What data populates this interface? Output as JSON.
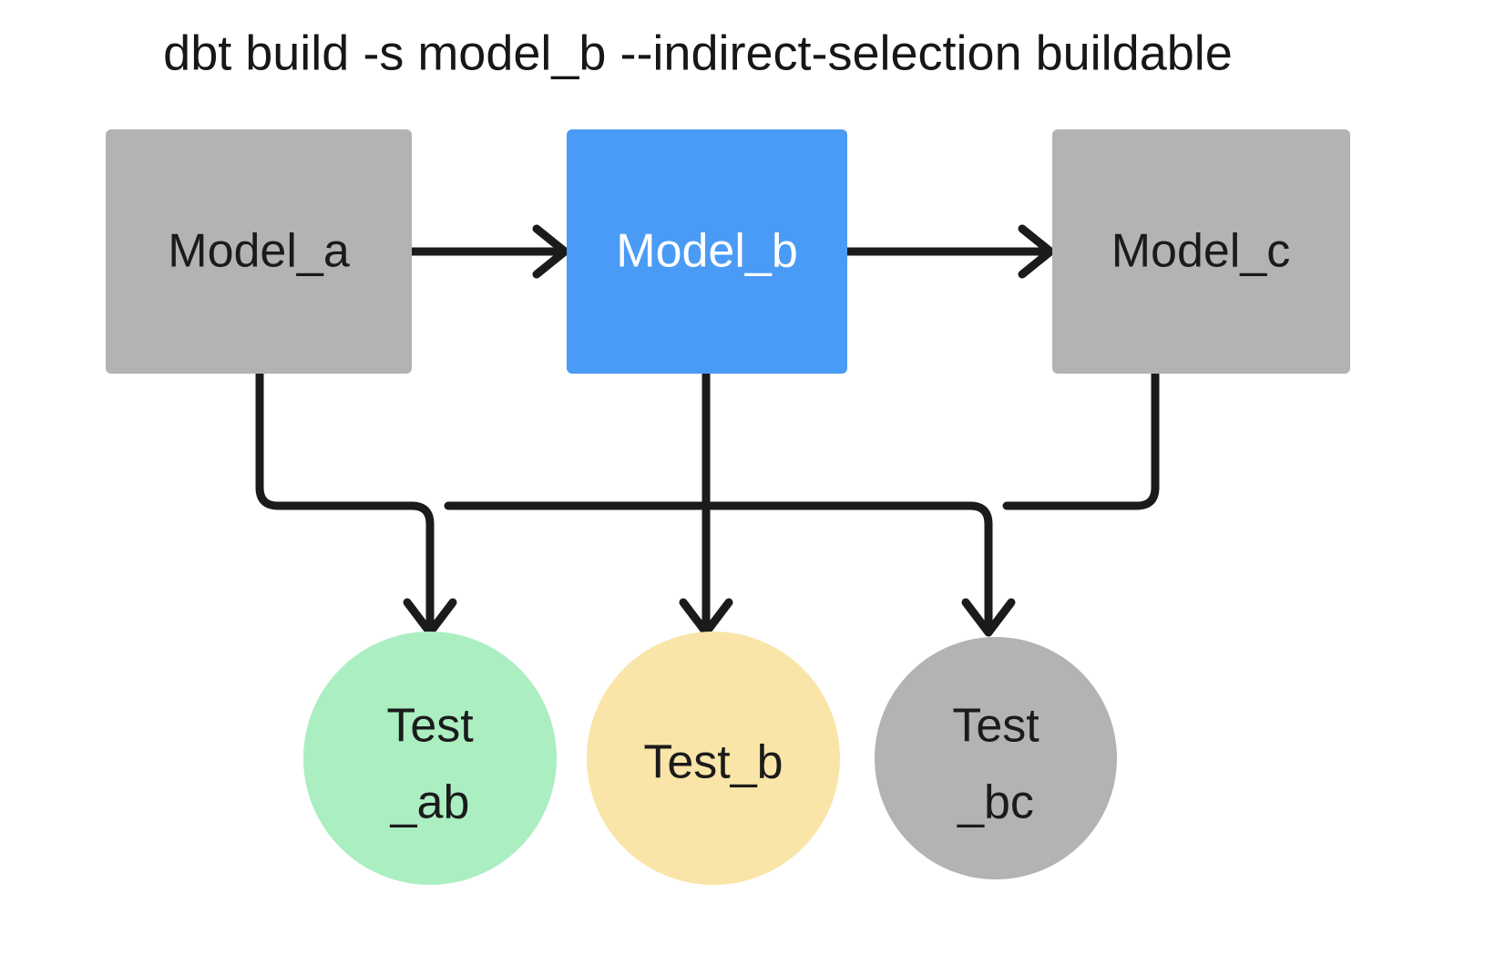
{
  "title": "dbt build -s model_b --indirect-selection buildable",
  "colors": {
    "background": "#ffffff",
    "gray_node": "#b3b3b3",
    "blue_node": "#4a9bf5",
    "green_node": "#abeec2",
    "yellow_node": "#f9e5a8",
    "edge": "#1b1b1b",
    "text_dark": "#1b1b1b",
    "text_light": "#ffffff"
  },
  "nodes": {
    "model_a": {
      "label": "Model_a",
      "shape": "rectangle",
      "color": "#b3b3b3",
      "state": "unselected"
    },
    "model_b": {
      "label": "Model_b",
      "shape": "rectangle",
      "color": "#4a9bf5",
      "state": "selected"
    },
    "model_c": {
      "label": "Model_c",
      "shape": "rectangle",
      "color": "#b3b3b3",
      "state": "unselected"
    },
    "test_ab": {
      "label_line1": "Test",
      "label_line2": "_ab",
      "shape": "circle",
      "color": "#abeec2",
      "state": "included"
    },
    "test_b": {
      "label_line1": "Test_b",
      "label_line2": "",
      "shape": "circle",
      "color": "#f9e5a8",
      "state": "partial"
    },
    "test_bc": {
      "label_line1": "Test",
      "label_line2": "_bc",
      "shape": "circle",
      "color": "#b3b3b3",
      "state": "excluded"
    }
  },
  "edges": [
    {
      "from": "model_a",
      "to": "model_b",
      "style": "straight-arrow"
    },
    {
      "from": "model_b",
      "to": "model_c",
      "style": "straight-arrow"
    },
    {
      "from": "model_a",
      "to": "test_ab",
      "style": "elbow-arrow"
    },
    {
      "from": "model_b",
      "to": "test_ab",
      "style": "elbow-arrow"
    },
    {
      "from": "model_b",
      "to": "test_b",
      "style": "straight-arrow"
    },
    {
      "from": "model_b",
      "to": "test_bc",
      "style": "elbow-arrow"
    },
    {
      "from": "model_c",
      "to": "test_bc",
      "style": "elbow-arrow"
    }
  ]
}
